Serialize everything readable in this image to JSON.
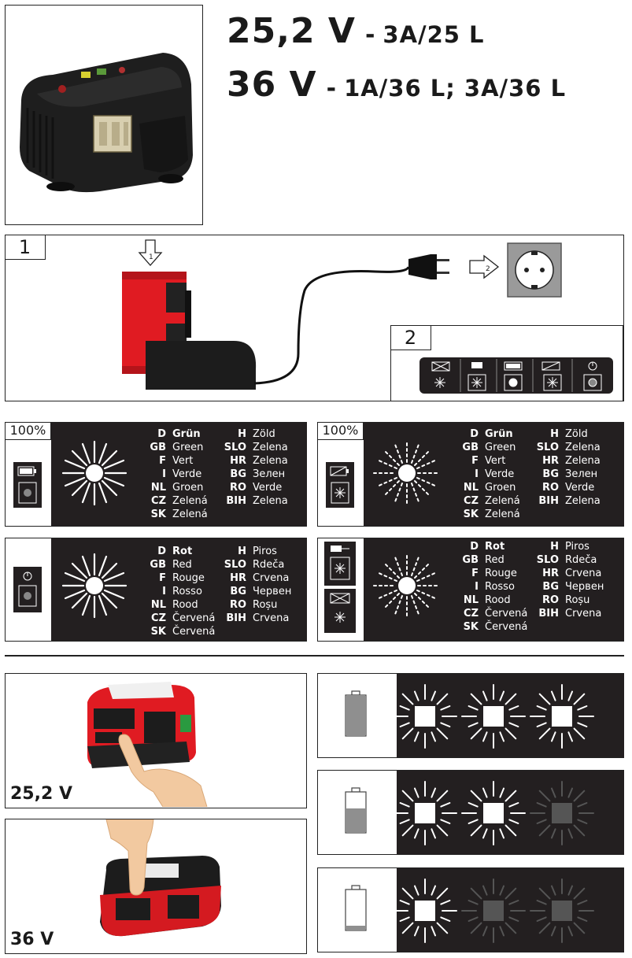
{
  "header": {
    "line1": {
      "voltage": "25,2 V",
      "dash": "-",
      "spec": "3A/25 L"
    },
    "line2": {
      "voltage": "36 V",
      "dash": "-",
      "spec": "1A/36 L; 3A/36 L"
    }
  },
  "step1": {
    "number": "1",
    "arrow1": "1",
    "arrow2": "2",
    "panel": {
      "number": "2"
    }
  },
  "legend_cards": [
    {
      "percent": "100%",
      "left_col": [
        {
          "code": "D",
          "name": "Grün",
          "bold": true
        },
        {
          "code": "GB",
          "name": "Green"
        },
        {
          "code": "F",
          "name": "Vert"
        },
        {
          "code": "I",
          "name": "Verde"
        },
        {
          "code": "NL",
          "name": "Groen"
        },
        {
          "code": "CZ",
          "name": "Zelená"
        },
        {
          "code": "SK",
          "name": "Zelená"
        }
      ],
      "right_col": [
        {
          "code": "H",
          "name": "Zöld"
        },
        {
          "code": "SLO",
          "name": "Zelena"
        },
        {
          "code": "HR",
          "name": "Zelena"
        },
        {
          "code": "BG",
          "name": "Зелен"
        },
        {
          "code": "RO",
          "name": "Verde"
        },
        {
          "code": "BIH",
          "name": "Zelena"
        }
      ]
    },
    {
      "percent": "100%",
      "left_col": [
        {
          "code": "D",
          "name": "Grün",
          "bold": true
        },
        {
          "code": "GB",
          "name": "Green"
        },
        {
          "code": "F",
          "name": "Vert"
        },
        {
          "code": "I",
          "name": "Verde"
        },
        {
          "code": "NL",
          "name": "Groen"
        },
        {
          "code": "CZ",
          "name": "Zelená"
        },
        {
          "code": "SK",
          "name": "Zelená"
        }
      ],
      "right_col": [
        {
          "code": "H",
          "name": "Zöld"
        },
        {
          "code": "SLO",
          "name": "Zelena"
        },
        {
          "code": "HR",
          "name": "Zelena"
        },
        {
          "code": "BG",
          "name": "Зелен"
        },
        {
          "code": "RO",
          "name": "Verde"
        },
        {
          "code": "BIH",
          "name": "Zelena"
        }
      ]
    },
    {
      "left_col": [
        {
          "code": "D",
          "name": "Rot",
          "bold": true
        },
        {
          "code": "GB",
          "name": "Red"
        },
        {
          "code": "F",
          "name": "Rouge"
        },
        {
          "code": "I",
          "name": "Rosso"
        },
        {
          "code": "NL",
          "name": "Rood"
        },
        {
          "code": "CZ",
          "name": "Červená"
        },
        {
          "code": "SK",
          "name": "Červená"
        }
      ],
      "right_col": [
        {
          "code": "H",
          "name": "Piros"
        },
        {
          "code": "SLO",
          "name": "Rdeča"
        },
        {
          "code": "HR",
          "name": "Crvena"
        },
        {
          "code": "BG",
          "name": "Червен"
        },
        {
          "code": "RO",
          "name": "Roșu"
        },
        {
          "code": "BIH",
          "name": "Crvena"
        }
      ]
    },
    {
      "left_col": [
        {
          "code": "D",
          "name": "Rot",
          "bold": true
        },
        {
          "code": "GB",
          "name": "Red"
        },
        {
          "code": "F",
          "name": "Rouge"
        },
        {
          "code": "I",
          "name": "Rosso"
        },
        {
          "code": "NL",
          "name": "Rood"
        },
        {
          "code": "CZ",
          "name": "Červená"
        },
        {
          "code": "SK",
          "name": "Červená"
        }
      ],
      "right_col": [
        {
          "code": "H",
          "name": "Piros"
        },
        {
          "code": "SLO",
          "name": "Rdeča"
        },
        {
          "code": "HR",
          "name": "Crvena"
        },
        {
          "code": "BG",
          "name": "Червен"
        },
        {
          "code": "RO",
          "name": "Roșu"
        },
        {
          "code": "BIH",
          "name": "Crvena"
        }
      ]
    }
  ],
  "battery_photos": [
    {
      "voltage": "25,2 V"
    },
    {
      "voltage": "36 V"
    }
  ],
  "charge_levels": [
    {
      "battery_fill": 1.0,
      "lit_leds": 3
    },
    {
      "battery_fill": 0.6,
      "lit_leds": 2
    },
    {
      "battery_fill": 0.12,
      "lit_leds": 1
    }
  ],
  "colors": {
    "panel_dark": "#231f20",
    "charger_red": "#e01b22",
    "charger_black": "#1c1c1c",
    "led_off": "#555555",
    "socket_gray": "#9a9a9a"
  }
}
